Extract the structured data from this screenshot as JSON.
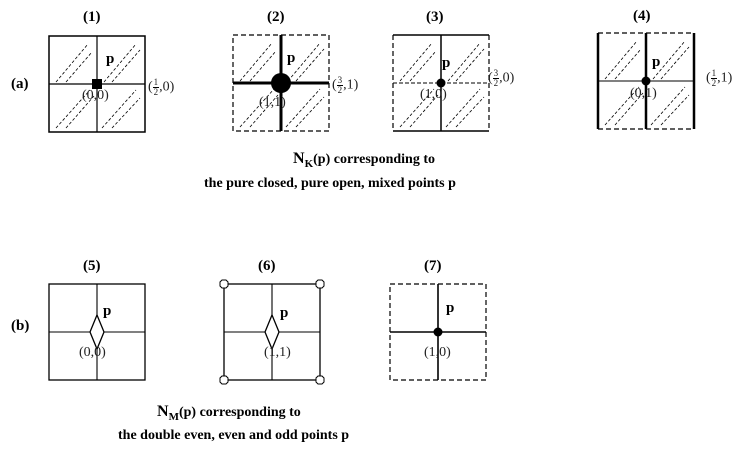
{
  "panel_numbers": [
    "(1)",
    "(2)",
    "(3)",
    "(4)",
    "(5)",
    "(6)",
    "(7)"
  ],
  "row_labels": {
    "a": "(a)",
    "b": "(b)"
  },
  "point_label": "p",
  "center_coords": [
    "(0,0)",
    "(1,1)",
    "(1,0)",
    "(0,1)",
    "(0,0)",
    "(1,1)",
    "(1,0)"
  ],
  "side_coords": [
    {
      "open": "(",
      "num": "1",
      "den": "2",
      "rest": ",0)"
    },
    {
      "open": "(",
      "num": "3",
      "den": "2",
      "rest": ",1)"
    },
    {
      "open": "(",
      "num": "3",
      "den": "2",
      "rest": ",0)"
    },
    {
      "open": "(",
      "num": "1",
      "den": "2",
      "rest": ",1)"
    }
  ],
  "caption_a": {
    "N": "N",
    "sub": "K",
    "rest": "(p)  corresponding  to",
    "line2": "the  pure closed, pure open, mixed points  p"
  },
  "caption_b": {
    "N": "N",
    "sub": "M",
    "rest": "(p)  corresponding  to",
    "line2": "the  double even, even and odd points  p"
  }
}
